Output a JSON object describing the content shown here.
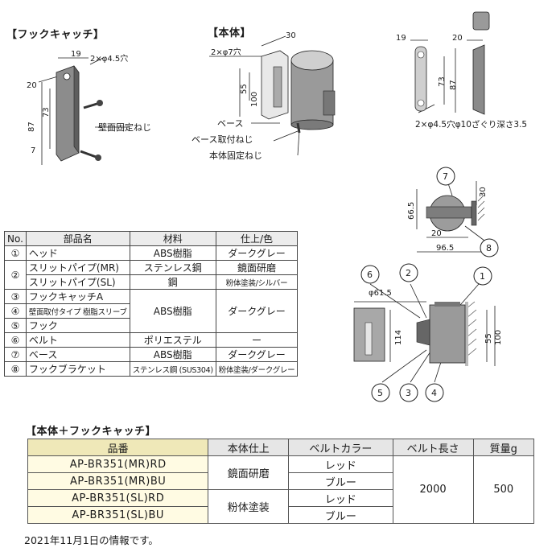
{
  "sections": {
    "hook_catch": "【フックキャッチ】",
    "body": "【本体】",
    "combo": "【本体＋フックキャッチ】"
  },
  "hook_labels": {
    "dim_19": "19",
    "holes": "2×φ4.5穴",
    "dim_20": "20",
    "dim_73": "73",
    "dim_87": "87",
    "dim_7": "7",
    "screw": "壁面固定ねじ"
  },
  "body_labels": {
    "dim_30": "30",
    "holes": "2×φ7穴",
    "dim_55": "55",
    "dim_100": "100",
    "base": "ベース",
    "base_screw": "ベース取付ねじ",
    "body_screw": "本体固定ねじ"
  },
  "side_labels": {
    "dim_19": "19",
    "dim_20": "20",
    "dim_73": "73",
    "dim_87": "87",
    "holes": "2×φ4.5穴φ10ざぐり深さ3.5"
  },
  "top_labels": {
    "c7": "7",
    "c8": "8",
    "dim_30": "30",
    "dim_66_5": "66.5",
    "dim_20": "20",
    "dim_96_5": "96.5"
  },
  "assembly_labels": {
    "c1": "1",
    "c2": "2",
    "c3": "3",
    "c4": "4",
    "c5": "5",
    "c6": "6",
    "dia": "φ61.5",
    "dim_114": "114",
    "dim_55": "55",
    "dim_100": "100"
  },
  "parts_table": {
    "headers": [
      "No.",
      "部品名",
      "材料",
      "仕上/色"
    ],
    "rows": [
      {
        "no": "①",
        "name": "ヘッド",
        "material": "ABS樹脂",
        "finish": "ダークグレー"
      },
      {
        "no": "②",
        "name": "スリットパイプ(MR)",
        "material": "ステンレス鋼",
        "finish": "鏡面研磨"
      },
      {
        "no": "",
        "name": "スリットパイプ(SL)",
        "material": "鋼",
        "finish": "粉体塗装/シルバー"
      },
      {
        "no": "③",
        "name": "フックキャッチA",
        "material": "",
        "finish": ""
      },
      {
        "no": "④",
        "name": "壁面取付タイプ 樹脂スリーブ",
        "material": "ABS樹脂",
        "finish": "ダークグレー"
      },
      {
        "no": "⑤",
        "name": "フック",
        "material": "",
        "finish": ""
      },
      {
        "no": "⑥",
        "name": "ベルト",
        "material": "ポリエステル",
        "finish": "ー"
      },
      {
        "no": "⑦",
        "name": "ベース",
        "material": "ABS樹脂",
        "finish": "ダークグレー"
      },
      {
        "no": "⑧",
        "name": "フックブラケット",
        "material": "ステンレス鋼 (SUS304)",
        "finish": "粉体塗装/ダークグレー"
      }
    ]
  },
  "product_table": {
    "headers": [
      "品番",
      "本体仕上",
      "ベルトカラー",
      "ベルト長さ",
      "質量g"
    ],
    "rows": [
      {
        "part_no": "AP-BR351(MR)RD",
        "color": "レッド"
      },
      {
        "part_no": "AP-BR351(MR)BU",
        "color": "ブルー"
      },
      {
        "part_no": "AP-BR351(SL)RD",
        "color": "レッド"
      },
      {
        "part_no": "AP-BR351(SL)BU",
        "color": "ブルー"
      }
    ],
    "finish_mr": "鏡面研磨",
    "finish_sl": "粉体塗装",
    "length": "2000",
    "mass": "500"
  },
  "footnote": "2021年11月1日の情報です。"
}
